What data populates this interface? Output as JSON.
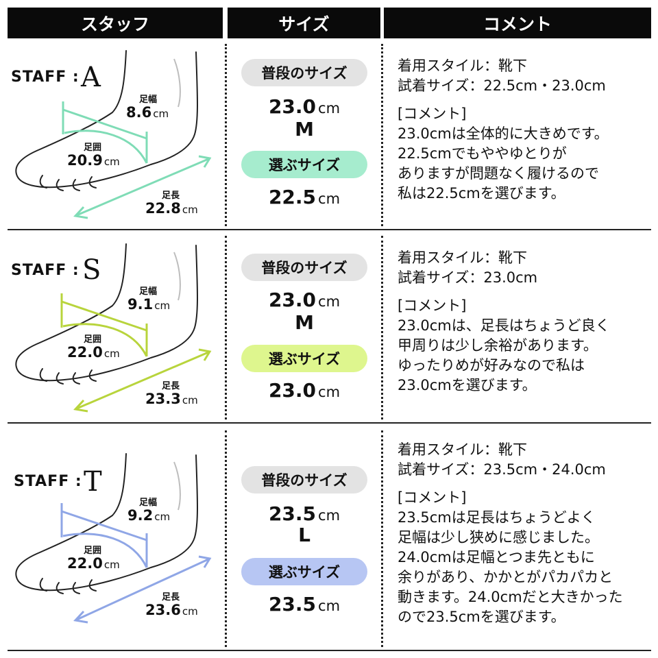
{
  "headers": [
    "スタッフ",
    "サイズ",
    "コメント"
  ],
  "labels": {
    "foot_width": "足幅",
    "foot_girth": "足囲",
    "foot_length": "足長",
    "usual_size": "普段のサイズ",
    "chosen_size": "選ぶサイズ",
    "unit": "cm"
  },
  "staff": [
    {
      "prefix": "STAFF :",
      "letter": "A",
      "accent": "#7fdcb6",
      "chosen_bg": "#a6ecce",
      "width": "8.6",
      "girth": "20.9",
      "length": "22.8",
      "usual_size": "23.0",
      "usual_letter": "M",
      "chosen_size": "22.5",
      "style": "着用スタイル：靴下",
      "tried": "試着サイズ：22.5cm・23.0cm",
      "comment_title": "[コメント]",
      "comment_lines": [
        "23.0cmは全体的に大きめです。",
        "22.5cmでもややゆとりが",
        "ありますが問題なく履けるので",
        "私は22.5cmを選びます。"
      ]
    },
    {
      "prefix": "STAFF :",
      "letter": "S",
      "accent": "#b8d43c",
      "chosen_bg": "#def68e",
      "width": "9.1",
      "girth": "22.0",
      "length": "23.3",
      "usual_size": "23.0",
      "usual_letter": "M",
      "chosen_size": "23.0",
      "style": "着用スタイル：靴下",
      "tried": "試着サイズ：23.0cm",
      "comment_title": "[コメント]",
      "comment_lines": [
        "23.0cmは、足長はちょうど良く",
        "甲周りは少し余裕があります。",
        "ゆったりめが好みなので私は",
        "23.0cmを選びます。"
      ]
    },
    {
      "prefix": "STAFF :",
      "letter": "T",
      "accent": "#8fa6e6",
      "chosen_bg": "#b7c6f3",
      "width": "9.2",
      "girth": "22.0",
      "length": "23.6",
      "usual_size": "23.5",
      "usual_letter": "L",
      "chosen_size": "23.5",
      "style": "着用スタイル：靴下",
      "tried": "試着サイズ：23.5cm・24.0cm",
      "comment_title": "[コメント]",
      "comment_lines": [
        "23.5cmは足長はちょうどよく",
        "足幅は少し狭めに感じました。",
        "24.0cmは足幅とつま先ともに",
        "余りがあり、かかとがパカパカと",
        "動きます。24.0cmだと大きかった",
        "ので23.5cmを選びます。"
      ]
    }
  ]
}
